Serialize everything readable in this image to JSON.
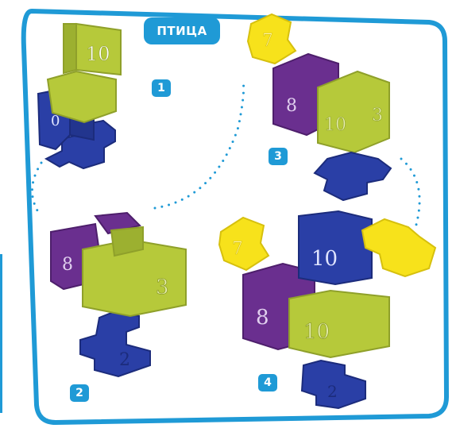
{
  "title": "ПТИЦА",
  "steps": [
    {
      "number": "1"
    },
    {
      "number": "2"
    },
    {
      "number": "3"
    },
    {
      "number": "4"
    }
  ],
  "piece_digits": {
    "ten": "10",
    "three": "3",
    "two": "2",
    "eight": "8",
    "seven": "7",
    "zero": "0"
  },
  "colors": {
    "frame": "#1f9ad6",
    "badge": "#1f9ad6",
    "dots": "#1f9ad6",
    "lime": "#b6c93a",
    "lime_dark": "#8fa02a",
    "blue": "#2a3fa6",
    "blue_dark": "#1c2c7c",
    "purple": "#6a2f8f",
    "purple_dark": "#4e1f6c",
    "yellow": "#f7e21b",
    "yellow_dark": "#d6c00e"
  }
}
